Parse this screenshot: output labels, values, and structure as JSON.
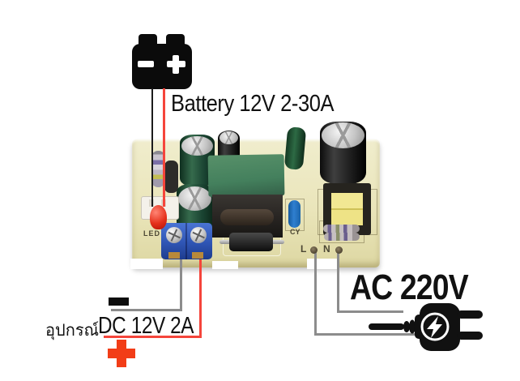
{
  "annotations": {
    "battery": {
      "label": "Battery 12V 2-30A"
    },
    "ac": {
      "label": "AC 220V"
    },
    "dc": {
      "thai": "อุปกรณ์",
      "label": "DC 12V 2A"
    }
  },
  "board": {
    "silkscreen": {
      "led": "LED",
      "cy": "CY",
      "line": "L",
      "neutral": "N"
    }
  },
  "icons": [
    "battery-icon",
    "battery-minus-icon",
    "battery-plus-icon",
    "dc-minus-icon",
    "dc-plus-icon",
    "power-plug-icon",
    "lightning-bolt-icon"
  ],
  "colors": {
    "ink": "#111111",
    "wire_red": "#f5453b",
    "wire_gray": "#8c8c8c",
    "wire_black": "#1c1c1c",
    "plus_orange": "#f23d17",
    "pcb_beige": "#eae5ba",
    "terminal_blue": "#2f55b4",
    "cap_green": "#1d4a33",
    "transformer_green": "#44805d",
    "coil_yellow": "#eee386",
    "led_red": "#e5301b",
    "cy_blue": "#2f7fd0"
  }
}
